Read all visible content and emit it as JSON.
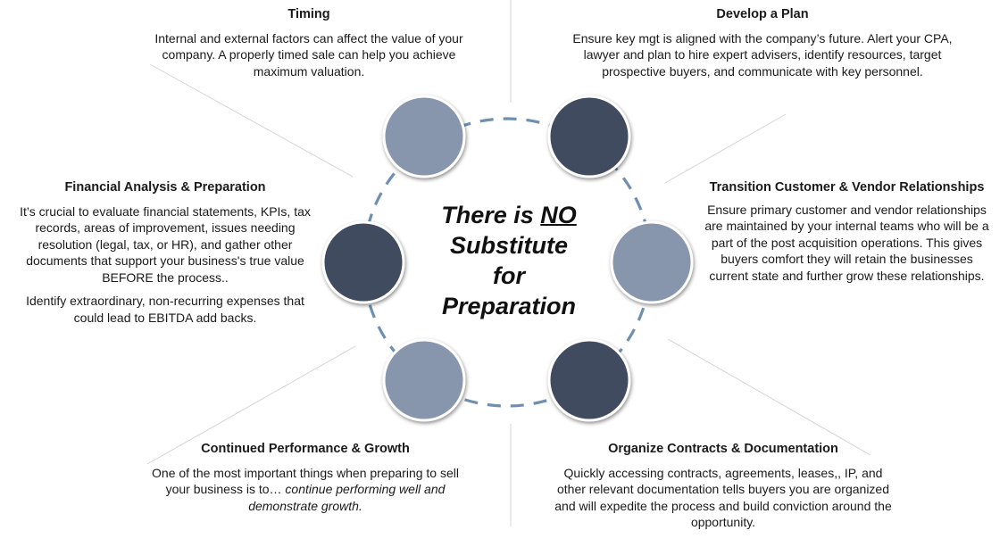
{
  "center": {
    "line1_prefix": "There is ",
    "line1_emph": "NO",
    "line2": "Substitute",
    "line3": "for",
    "line4": "Preparation"
  },
  "blocks": {
    "timing": {
      "title": "Timing",
      "body": "Internal and external factors can affect the value of your company. A properly timed sale can help you achieve maximum valuation."
    },
    "plan": {
      "title": "Develop a Plan",
      "body": "Ensure key mgt is aligned with the company’s future. Alert your CPA, lawyer and plan to hire expert advisers, identify resources, target prospective buyers, and communicate with key personnel."
    },
    "financial": {
      "title": "Financial Analysis & Preparation",
      "body1": "It’s crucial to evaluate financial statements, KPIs, tax records, areas of improvement, issues needing resolution (legal, tax, or HR), and gather other documents that support your business's true value BEFORE the process..",
      "body2": "Identify extraordinary, non-recurring expenses that could lead to EBITDA add backs."
    },
    "transition": {
      "title": "Transition Customer & Vendor Relationships",
      "body": "Ensure primary customer and vendor relationships are maintained by your internal teams who will be a part of the post acquisition operations. This gives buyers comfort they will retain the businesses current state and further grow these relationships."
    },
    "continued": {
      "title": "Continued Performance & Growth",
      "body_plain": "One of the most important things when preparing to sell your business is to… ",
      "body_italic": "continue performing well and demonstrate growth."
    },
    "organize": {
      "title": "Organize Contracts & Documentation",
      "body": "Quickly accessing contracts, agreements, leases,, IP, and other relevant documentation tells buyers you are organized and will expedite the process and build conviction around the opportunity."
    }
  },
  "colors": {
    "dark_circle": "#414c5f",
    "light_circle": "#8796ac",
    "ring_dash": "#6f8fb1",
    "connector_line": "#d4d4d4"
  }
}
